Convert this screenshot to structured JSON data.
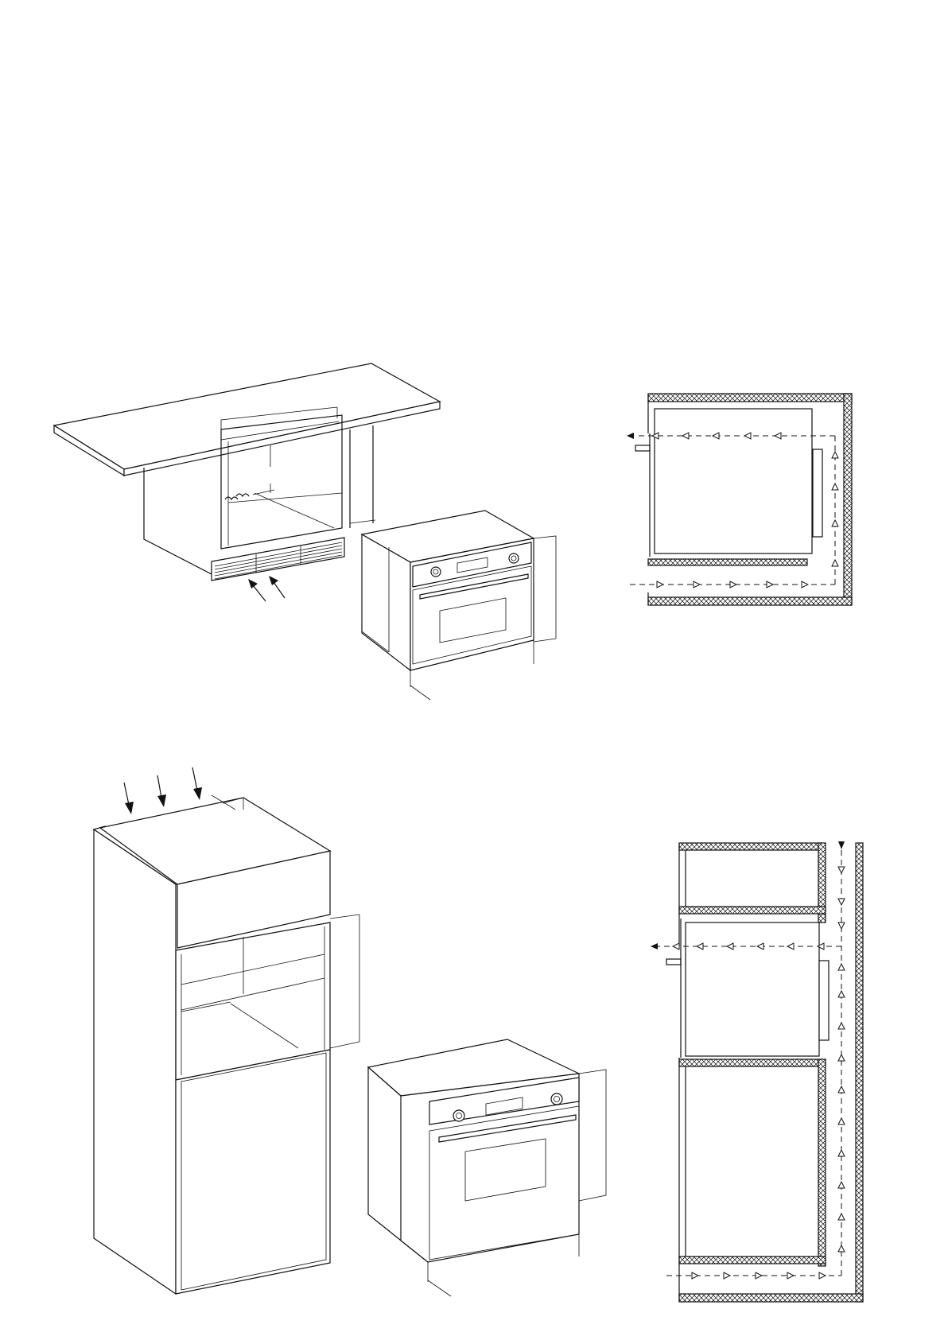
{
  "figure": {
    "panels": [
      {
        "name": "undercounter-installation",
        "icon": "oven-undercounter-icon"
      },
      {
        "name": "undercounter-airflow-section",
        "icon": "airflow-section-icon"
      },
      {
        "name": "tall-column-installation",
        "icon": "oven-tall-column-icon"
      },
      {
        "name": "tall-column-airflow-section",
        "icon": "airflow-section-icon"
      }
    ],
    "colors": {
      "line": "#111111",
      "background": "#ffffff"
    }
  }
}
